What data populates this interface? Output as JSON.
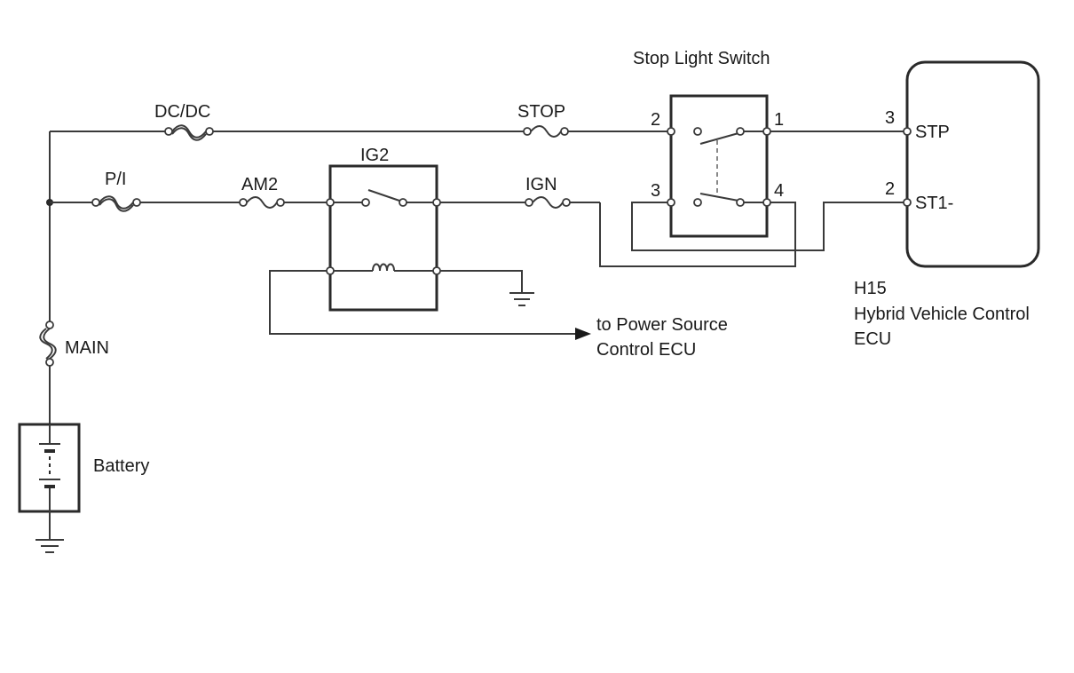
{
  "labels": {
    "stop_light_switch": "Stop Light Switch",
    "dcdc": "DC/DC",
    "stop": "STOP",
    "pi": "P/I",
    "am2": "AM2",
    "ig2": "IG2",
    "ign": "IGN",
    "main": "MAIN",
    "battery": "Battery",
    "to_power_line1": "to Power Source",
    "to_power_line2": "Control ECU",
    "connector_code": "H15",
    "ecu_name_line1": "Hybrid Vehicle Control",
    "ecu_name_line2": "ECU"
  },
  "switch_pins": {
    "pin2": "2",
    "pin1": "1",
    "pin3": "3",
    "pin4": "4"
  },
  "ecu_pins": {
    "stp_number": "3",
    "stp_name": "STP",
    "st1_number": "2",
    "st1_name": "ST1-"
  }
}
